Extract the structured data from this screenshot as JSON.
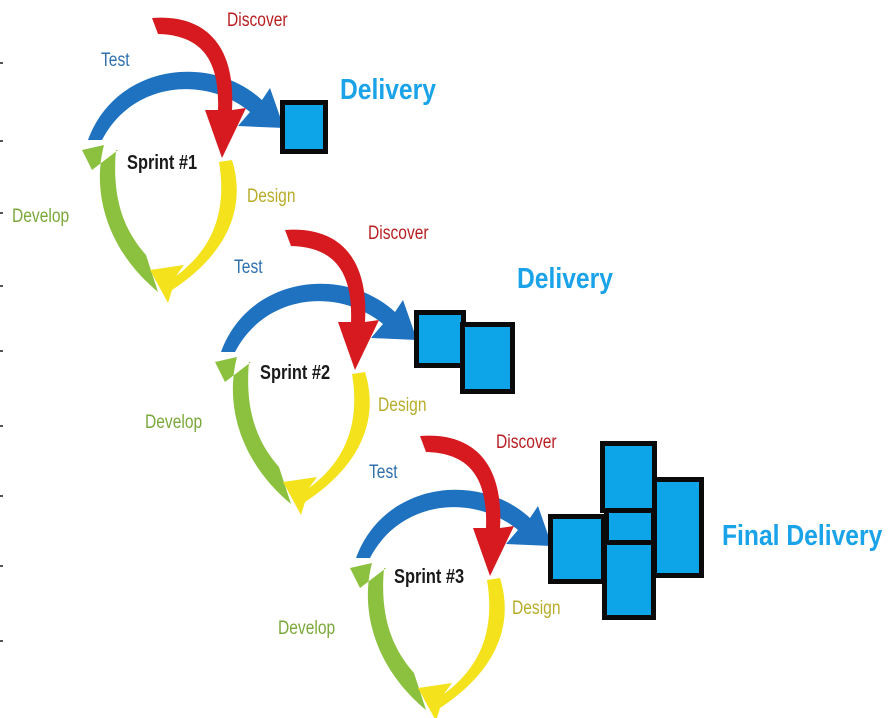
{
  "sprints": [
    {
      "name": "Sprint #1",
      "phases": {
        "test": "Test",
        "discover": "Discover",
        "design": "Design",
        "develop": "Develop"
      },
      "delivery": "Delivery"
    },
    {
      "name": "Sprint #2",
      "phases": {
        "test": "Test",
        "discover": "Discover",
        "design": "Design",
        "develop": "Develop"
      },
      "delivery": "Delivery"
    },
    {
      "name": "Sprint #3",
      "phases": {
        "test": "Test",
        "discover": "Discover",
        "design": "Design",
        "develop": "Develop"
      },
      "delivery": "Final Delivery"
    }
  ],
  "colors": {
    "test_arrow": "#1f72c0",
    "discover_arrow": "#d61a1f",
    "design_arrow": "#f3e21c",
    "develop_arrow": "#8cc13f",
    "delivery_text": "#1aa3e8",
    "block_fill": "#0ea5e8",
    "block_border": "#0a0a0a"
  }
}
